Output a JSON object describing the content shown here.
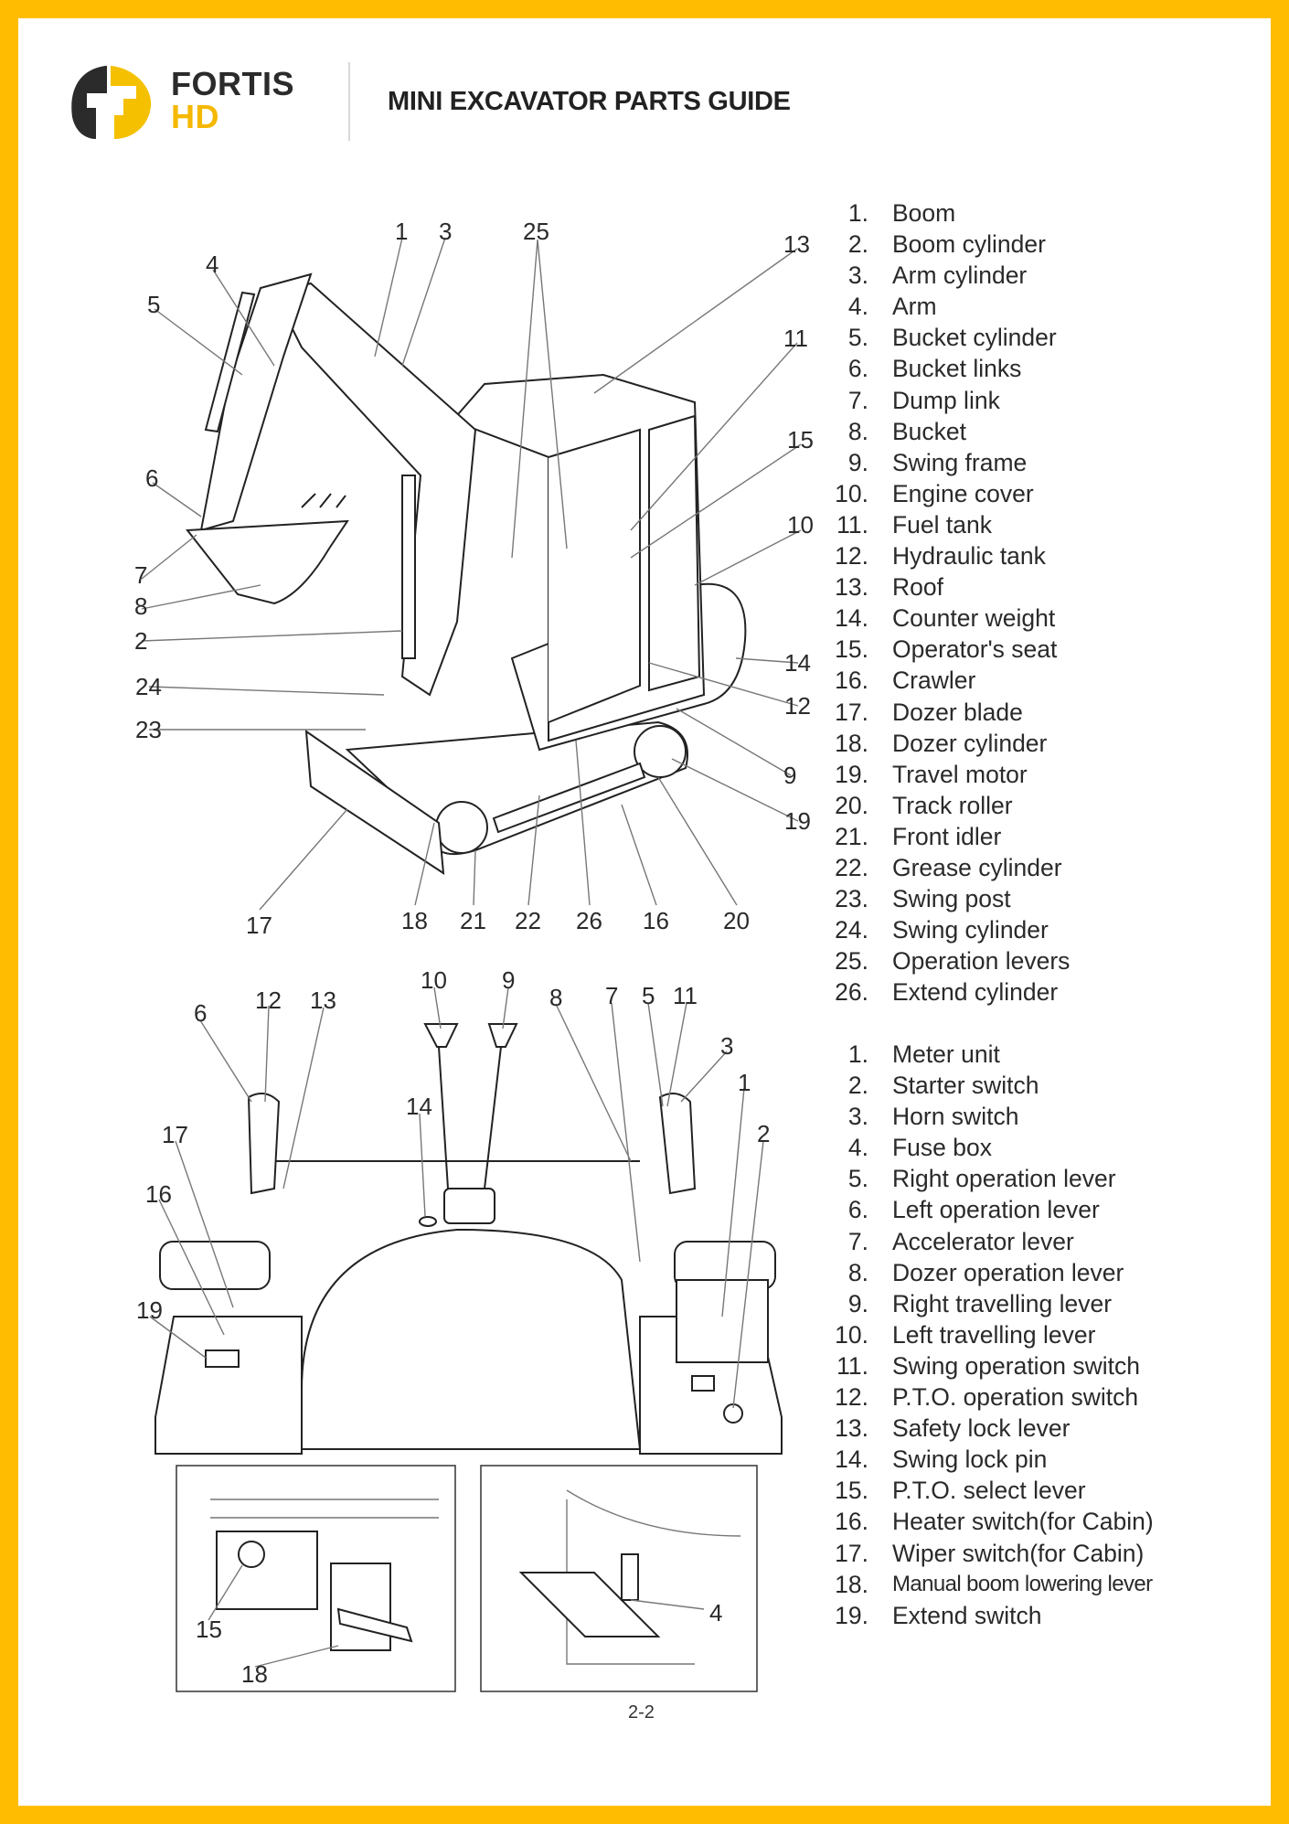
{
  "brand": {
    "name_line1": "FORTIS",
    "name_line2": "HD",
    "accent": "#FFBC00"
  },
  "header": {
    "title": "MINI EXCAVATOR PARTS GUIDE"
  },
  "parts_list": [
    {
      "num": "1.",
      "label": "Boom"
    },
    {
      "num": "2.",
      "label": "Boom cylinder"
    },
    {
      "num": "3.",
      "label": "Arm cylinder"
    },
    {
      "num": "4.",
      "label": "Arm"
    },
    {
      "num": "5.",
      "label": "Bucket cylinder"
    },
    {
      "num": "6.",
      "label": "Bucket links"
    },
    {
      "num": "7.",
      "label": "Dump link"
    },
    {
      "num": "8.",
      "label": "Bucket"
    },
    {
      "num": "9.",
      "label": "Swing frame"
    },
    {
      "num": "10.",
      "label": "Engine cover"
    },
    {
      "num": "11.",
      "label": "Fuel tank"
    },
    {
      "num": "12.",
      "label": "Hydraulic tank"
    },
    {
      "num": "13.",
      "label": "Roof"
    },
    {
      "num": "14.",
      "label": "Counter weight"
    },
    {
      "num": "15.",
      "label": "Operator's seat"
    },
    {
      "num": "16.",
      "label": "Crawler"
    },
    {
      "num": "17.",
      "label": "Dozer blade"
    },
    {
      "num": "18.",
      "label": "Dozer cylinder"
    },
    {
      "num": "19.",
      "label": "Travel motor"
    },
    {
      "num": "20.",
      "label": "Track roller"
    },
    {
      "num": "21.",
      "label": "Front idler"
    },
    {
      "num": "22.",
      "label": "Grease cylinder"
    },
    {
      "num": "23.",
      "label": "Swing post"
    },
    {
      "num": "24.",
      "label": "Swing cylinder"
    },
    {
      "num": "25.",
      "label": "Operation levers"
    },
    {
      "num": "26.",
      "label": "Extend cylinder"
    }
  ],
  "controls_list": [
    {
      "num": "1.",
      "label": "Meter unit"
    },
    {
      "num": "2.",
      "label": "Starter switch"
    },
    {
      "num": "3.",
      "label": "Horn switch"
    },
    {
      "num": "4.",
      "label": "Fuse box"
    },
    {
      "num": "5.",
      "label": "Right operation lever"
    },
    {
      "num": "6.",
      "label": "Left operation lever"
    },
    {
      "num": "7.",
      "label": "Accelerator lever"
    },
    {
      "num": "8.",
      "label": "Dozer operation lever"
    },
    {
      "num": "9.",
      "label": "Right travelling lever"
    },
    {
      "num": "10.",
      "label": "Left travelling lever"
    },
    {
      "num": "11.",
      "label": "Swing operation switch"
    },
    {
      "num": "12.",
      "label": "P.T.O. operation switch"
    },
    {
      "num": "13.",
      "label": "Safety lock lever"
    },
    {
      "num": "14.",
      "label": "Swing lock pin"
    },
    {
      "num": "15.",
      "label": "P.T.O. select lever"
    },
    {
      "num": "16.",
      "label": "Heater switch(for Cabin)"
    },
    {
      "num": "17.",
      "label": "Wiper switch(for Cabin)"
    },
    {
      "num": "18.",
      "label": "Manual boom lowering lever"
    },
    {
      "num": "19.",
      "label": "Extend switch"
    }
  ],
  "diagram_top": {
    "callouts": [
      "1",
      "3",
      "25",
      "4",
      "5",
      "13",
      "11",
      "15",
      "10",
      "6",
      "7",
      "8",
      "2",
      "24",
      "23",
      "14",
      "12",
      "9",
      "19",
      "17",
      "18",
      "21",
      "22",
      "26",
      "16",
      "20"
    ]
  },
  "diagram_bottom": {
    "callouts": [
      "10",
      "9",
      "8",
      "7",
      "5",
      "11",
      "6",
      "12",
      "13",
      "3",
      "1",
      "14",
      "2",
      "17",
      "16",
      "19",
      "15",
      "18",
      "4"
    ]
  },
  "page_number": "2-2"
}
